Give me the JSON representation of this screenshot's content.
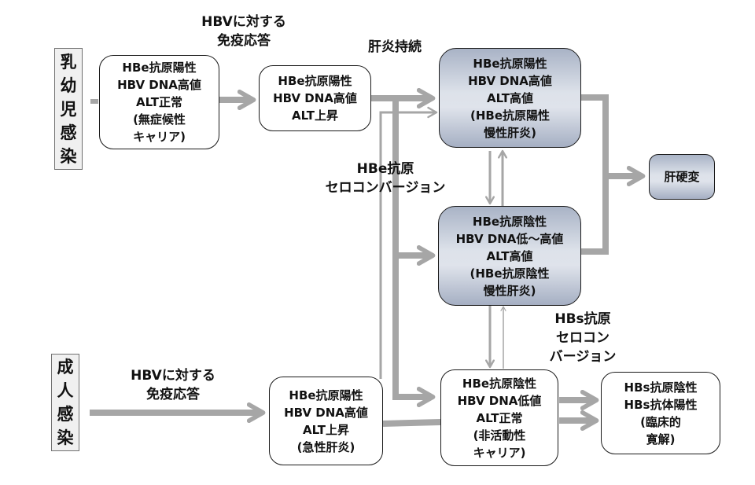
{
  "colors": {
    "arrow": "#a6a6a6",
    "node_border": "#1a1a1a",
    "shaded_fill_edge": "#a9b3c6",
    "shaded_fill_center": "#dde2ea",
    "infection_box_fill": "#f0f0f0"
  },
  "infection_routes": {
    "infant": [
      "乳",
      "幼",
      "児",
      "感",
      "染"
    ],
    "adult": [
      "成",
      "人",
      "感",
      "染"
    ]
  },
  "labels": {
    "immune_response_top": [
      "HBVに対する",
      "免疫応答"
    ],
    "hepatitis_persist": [
      "肝炎持続"
    ],
    "hbe_seroconversion": [
      "HBe抗原",
      "セロコンバージョン"
    ],
    "hbs_seroconversion": [
      "HBs抗原",
      "セロコン",
      "バージョン"
    ],
    "immune_response_bottom": [
      "HBVに対する",
      "免疫応答"
    ]
  },
  "nodes": {
    "asymptomatic_carrier": [
      "HBe抗原陽性",
      "HBV DNA高値",
      "ALT正常",
      "(無症候性",
      "キャリア)"
    ],
    "hbe_pos_alt_rise": [
      "HBe抗原陽性",
      "HBV DNA高値",
      "ALT上昇"
    ],
    "hbe_pos_chronic_hepatitis": [
      "HBe抗原陽性",
      "HBV DNA高値",
      "ALT高値",
      "(HBe抗原陽性",
      "慢性肝炎)"
    ],
    "cirrhosis": [
      "肝硬変"
    ],
    "hbe_neg_chronic_hepatitis": [
      "HBe抗原陰性",
      "HBV DNA低～高値",
      "ALT高値",
      "(HBe抗原陰性",
      "慢性肝炎)"
    ],
    "acute_hepatitis": [
      "HBe抗原陽性",
      "HBV DNA高値",
      "ALT上昇",
      "(急性肝炎)"
    ],
    "inactive_carrier": [
      "HBe抗原陰性",
      "HBV DNA低値",
      "ALT正常",
      "(非活動性",
      "キャリア)"
    ],
    "clinical_remission": [
      "HBs抗原陰性",
      "HBs抗体陽性",
      "(臨床的",
      "寛解)"
    ]
  }
}
